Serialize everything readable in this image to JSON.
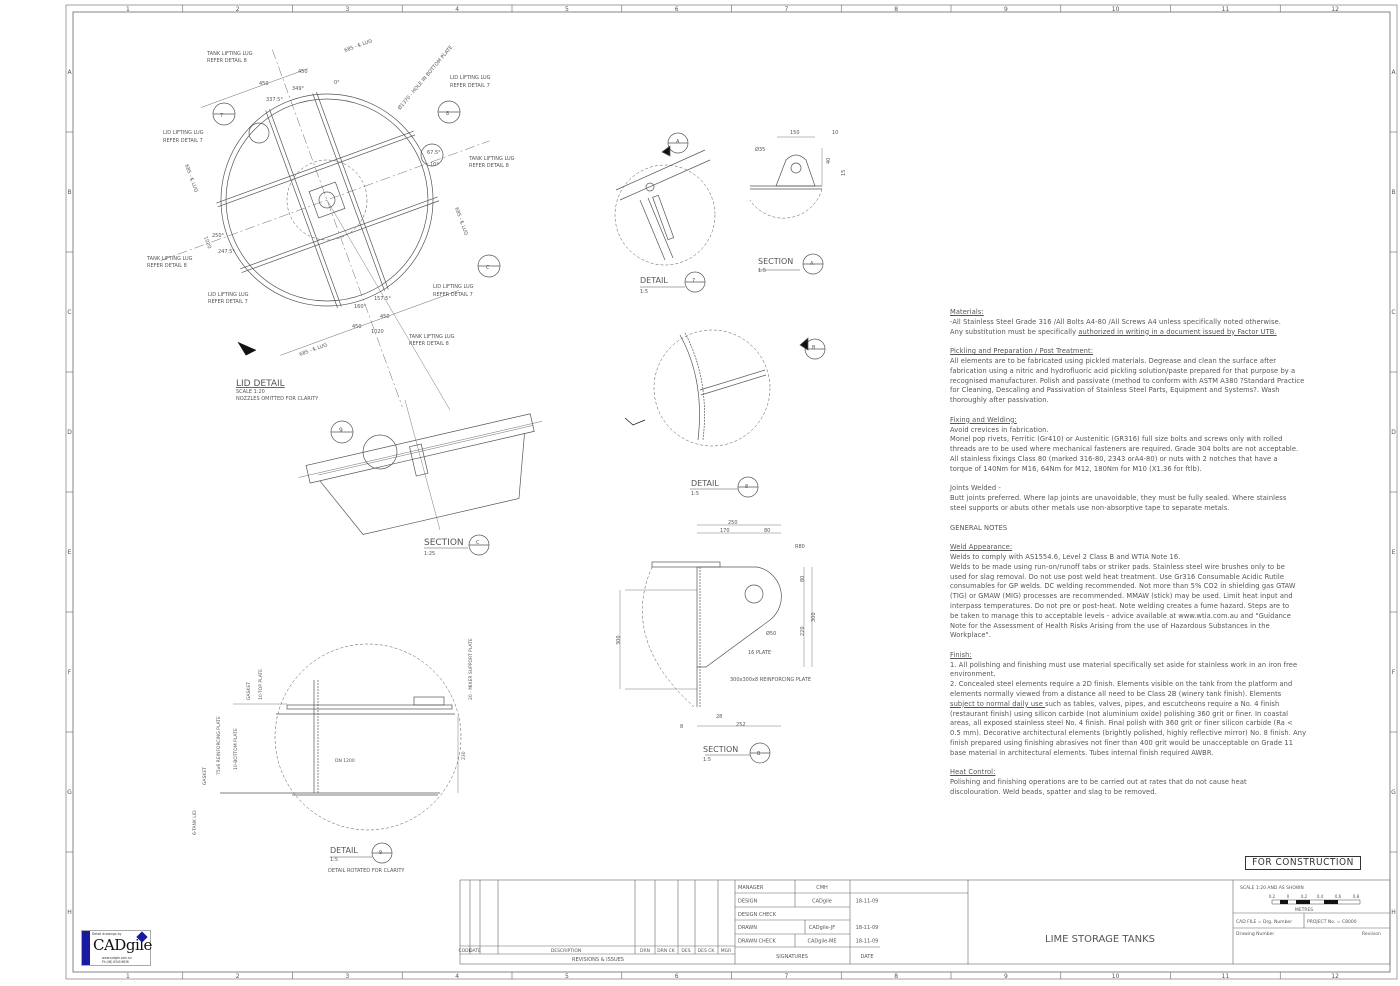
{
  "sheet": {
    "columns": [
      "1",
      "2",
      "3",
      "4",
      "5",
      "6",
      "7",
      "8",
      "9",
      "10",
      "11",
      "12"
    ],
    "rows": [
      "A",
      "B",
      "C",
      "D",
      "E",
      "F",
      "G",
      "H"
    ]
  },
  "lid_detail": {
    "title": "LID DETAIL",
    "scale": "SCALE 1:20",
    "note": "NOZZLES OMITTED FOR CLARITY",
    "labels": {
      "tank_lug_top": [
        "TANK LIFTING LUG",
        "REFER DETAIL 8"
      ],
      "lid_lug_top_right": [
        "LID LIFTING LUG",
        "REFER DETAIL 7"
      ],
      "lid_lug_left": [
        "LID LIFTING LUG",
        "REFER DETAIL 7"
      ],
      "tank_lug_right": [
        "TANK LIFTING LUG",
        "REFER DETAIL 8"
      ],
      "tank_lug_left": [
        "TANK LIFTING LUG",
        "REFER DETAIL 8"
      ],
      "lid_lug_bottom_left": [
        "LID LIFTING LUG",
        "REFER DETAIL 7"
      ],
      "lid_lug_bottom_right": [
        "LID LIFTING LUG",
        "REFER DETAIL 7"
      ],
      "tank_lug_bottom": [
        "TANK LIFTING LUG",
        "REFER DETAIL 8"
      ],
      "hole": "Ø1370 - HOLE IN BOTTOM PLATE"
    },
    "dims": [
      "685 - ℄ LUG",
      "450",
      "450",
      "337.5°",
      "349°",
      "0°",
      "67.5°",
      "10°",
      "685 - ℄ LUG",
      "685 - ℄ LUG",
      "1020",
      "250°",
      "247.5°",
      "160°",
      "157.5°",
      "450",
      "450",
      "1020",
      "685 - ℄ LUG"
    ],
    "markers": [
      "7",
      "8",
      "C"
    ]
  },
  "section_c": {
    "title": "SECTION",
    "scale": "1:25",
    "marker": "C"
  },
  "detail_7": {
    "title": "DETAIL",
    "scale": "1:5",
    "marker": "7",
    "callout": "A"
  },
  "section_a": {
    "title": "SECTION",
    "scale": "1:5",
    "marker": "A",
    "dims": [
      "150",
      "10",
      "Ø35",
      "40",
      "15"
    ]
  },
  "detail_8": {
    "title": "DETAIL",
    "scale": "1:5",
    "marker": "8",
    "callout": "B"
  },
  "section_b": {
    "title": "SECTION",
    "scale": "1:5",
    "marker": "B",
    "dims": [
      "250",
      "170",
      "80",
      "R80",
      "80",
      "300",
      "220",
      "Ø50",
      "300",
      "28",
      "8",
      "252"
    ],
    "labels": [
      "16 PLATE",
      "300x300x8 REINFORCING PLATE"
    ]
  },
  "detail_9": {
    "title": "DETAIL",
    "scale": "1:5",
    "marker": "9",
    "note": "DETAIL ROTATED FOR CLARITY",
    "labels": [
      "10-TOP PLATE",
      "GASKET",
      "10-BOTTOM PLATE",
      "75x6 REINFORCING PLATE",
      "GASKET",
      "6-TANK LID",
      "DN 1200",
      "20 - MIXER SUPPORT PLATE",
      "230"
    ]
  },
  "notes": [
    {
      "heading": "Materials:",
      "lines": [
        "-All Stainless Steel Grade 316 /All Bolts A4-80 /All Screws A4 unless specifically noted otherwise.",
        [
          "Any substitution must be specifically ",
          "authorized in writing in a document issued by Factor UTB."
        ]
      ]
    },
    {
      "heading": "Pickling and Preparation / Post Treatment:",
      "lines": [
        "All elements are to be fabricated using pickled materials. Degrease and clean the surface after",
        "fabrication using a nitric and hydrofluoric acid pickling solution/paste prepared for that purpose by a",
        "recognised manufacturer. Polish and passivate (method to conform with ASTM A380 ?Standard Practice",
        "for Cleaning, Descaling and Passivation of Stainless Steel Parts, Equipment and Systems?. Wash",
        "thoroughly after passivation."
      ]
    },
    {
      "heading": "Fixing and Welding:",
      "lines": [
        "Avoid crevices in fabrication.",
        "Monel pop rivets, Ferritic (Gr410) or Austenitic (GR316) full size bolts and screws only with rolled",
        "threads are to be used where mechanical fasteners are required. Grade 304 bolts are not acceptable.",
        "All stainless fixings Class 80 (marked 316-80, 2343 orA4-80) or nuts with 2 notches that have a",
        "torque of 140Nm for M16, 64Nm for M12, 180Nm for M10 (X1.36 for ftlb)."
      ]
    },
    {
      "heading": "",
      "plain_heading": "Joints Welded -",
      "lines": [
        "Butt joints preferred. Where lap joints are unavoidable, they must be fully sealed. Where stainless",
        "steel supports or abuts other metals use non-absorptive tape to separate metals."
      ]
    },
    {
      "heading": "",
      "plain_heading": "GENERAL NOTES",
      "lines": []
    },
    {
      "heading": "Weld Appearance:",
      "lines": [
        "Welds to comply with AS1554.6, Level 2 Class B and WTIA Note 16.",
        "Welds to be made using run-on/runoff tabs or striker pads. Stainless steel wire brushes only to be",
        "used for slag removal. Do not use post weld heat treatment. Use Gr316 Consumable Acidic Rutile",
        "consumables for GP welds. DC welding recommended. Not more than 5% CO2 in shielding gas GTAW",
        "(TIG) or GMAW (MIG) processes are recommended. MMAW (stick) may be used. Limit heat input and",
        "interpass temperatures. Do not pre or post-heat. Note welding creates a fume hazard. Steps are to",
        "be taken to manage this to acceptable levels - advice available at www.wtia.com.au and \"Guidance",
        "Note for the Assessment of Health Risks Arising from the use of Hazardous Substances in the",
        "Workplace\"."
      ]
    },
    {
      "heading": "Finish:",
      "lines": [
        "1. All polishing and finishing must use material specifically set aside for stainless work in an iron free",
        "environment.",
        "2. Concealed steel elements require a 2D finish. Elements visible on the tank from the platform and",
        "elements normally viewed from a distance all need to be Class 2B (winery tank finish). Elements",
        [
          "",
          "subject to normal daily use ",
          "such as tables, valves, pipes, and escutcheons require a No. 4 finish"
        ],
        "(restaurant finish) using silicon carbide (not aluminium oxide) polishing 360 grit or finer. In coastal",
        "areas, all exposed stainless steel No. 4 finish. Final polish with 360 grit or finer silicon carbide (Ra <",
        "0.5 mm). Decorative architectural elements (brightly polished, highly reflective mirror) No. 8 finish. Any",
        "finish prepared using finishing abrasives not finer than 400 grit would be unacceptable on Grade 11",
        "base material in architectural elements. Tubes internal finish required AWBR."
      ]
    },
    {
      "heading": "Heat Control:",
      "lines": [
        "Polishing and finishing operations are to be carried out at rates that do not cause heat",
        "discolouration. Weld beads, spatter and slag to be removed."
      ]
    }
  ],
  "stamp": "FOR CONSTRUCTION",
  "title_block": {
    "revision_headers": [
      "CODE",
      "DATE",
      "DESCRIPTION",
      "DRN",
      "DRN CK",
      "DES",
      "DES CK",
      "MGR"
    ],
    "revisions_label": "REVISIONS & ISSUES",
    "signatures": [
      {
        "role": "MANAGER",
        "name": "CMH",
        "date": ""
      },
      {
        "role": "DESIGN",
        "name": "CADgile",
        "date": "18-11-09"
      },
      {
        "role": "DESIGN CHECK",
        "name": "",
        "date": ""
      },
      {
        "role": "DRAWN",
        "name": "CADgile-JF",
        "date": "18-11-09"
      },
      {
        "role": "DRAWN CHECK",
        "name": "CADgile-ME",
        "date": "18-11-09"
      }
    ],
    "signatures_label": "SIGNATURES",
    "date_label": "DATE",
    "drawing_title": "LIME STORAGE TANKS",
    "scale_text": "SCALE 1:20 AND AS SHOWN",
    "scale_ticks": [
      "0.2",
      "0",
      "0.2",
      "0.4",
      "0.6",
      "0.8"
    ],
    "scale_unit": "METRES",
    "cad_file": "CAD FILE = Drg. Number",
    "project_no": "PROJECT No. = C8000",
    "drawing_number_label": "Drawing Number",
    "revision_label": "Revision"
  },
  "logo": {
    "caption": "Detail drawings by",
    "brand": "CADgile",
    "web": "www.cadgile.com.au",
    "phone": "Ph (08) 8349 8636"
  },
  "colors": {
    "line": "#555555",
    "text": "#555555",
    "logo_blue": "#1a1aa0"
  }
}
